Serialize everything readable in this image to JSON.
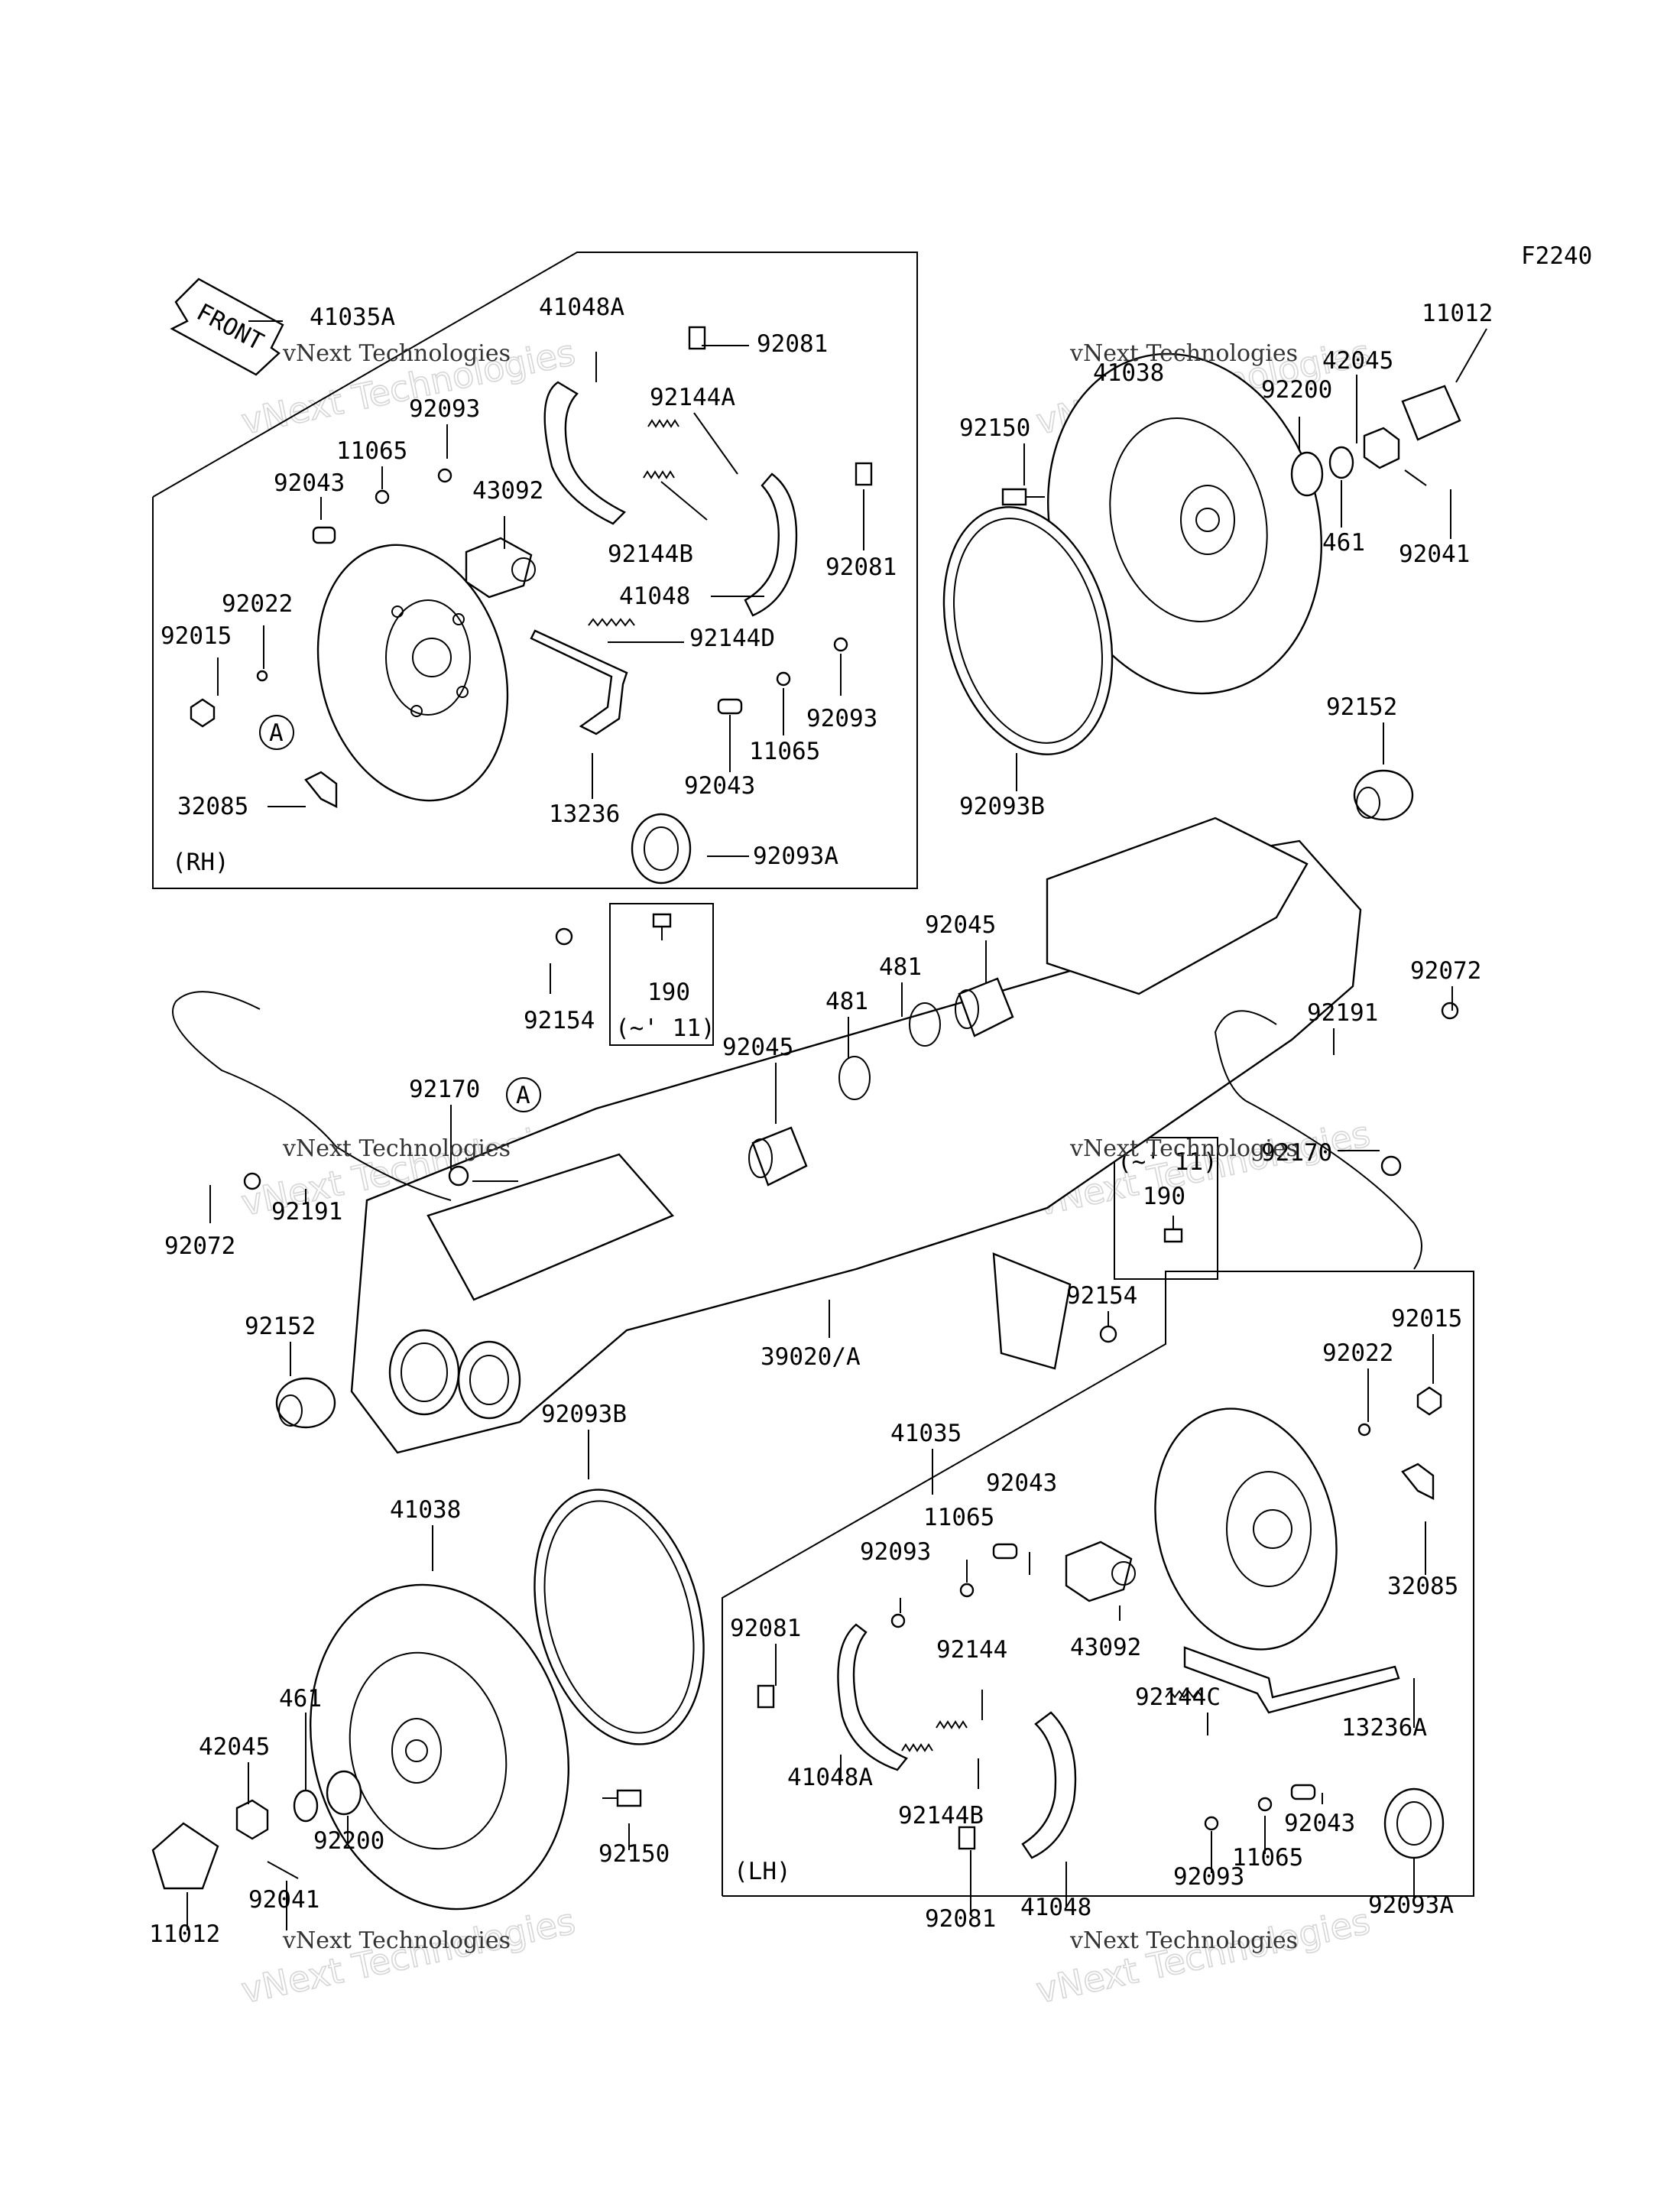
{
  "diagram_code": "F2240",
  "front_label": "FRONT",
  "watermarks": [
    "vNext Technologies",
    "vNext Technologies",
    "vNext Technologies",
    "vNext Technologies",
    "vNext Technologies",
    "vNext Technologies"
  ],
  "box_labels": {
    "rh": "(RH)",
    "lh": "(LH)"
  },
  "circle_ref": "A",
  "inset_190": {
    "part": "190",
    "note": "(~' 11)"
  },
  "labels": {
    "p41035A": "41035A",
    "p41048A_rh": "41048A",
    "p92081_rh_top": "92081",
    "p92144A": "92144A",
    "p92093_rh_top": "92093",
    "p11065_rh_top": "11065",
    "p92043_rh_top": "92043",
    "p43092_rh": "43092",
    "p92144B_rh": "92144B",
    "p92081_rh_mid": "92081",
    "p41048_rh": "41048",
    "p92022_rh": "92022",
    "p92015_rh": "92015",
    "p92144D": "92144D",
    "p92093_rh_low": "92093",
    "p11065_rh_low": "11065",
    "p92043_rh_low": "92043",
    "p32085_rh": "32085",
    "p13236": "13236",
    "p92093A_rh": "92093A",
    "p11012_r": "11012",
    "p42045_r": "42045",
    "p92200_r": "92200",
    "p41038_r": "41038",
    "p92150_r": "92150",
    "p461_r": "461",
    "p92041_r": "92041",
    "p92093B_r": "92093B",
    "p92152_r": "92152",
    "p92072_r": "92072",
    "p92191_r": "92191",
    "p92045_top": "92045",
    "p481_a": "481",
    "p481_b": "481",
    "p92045_mid": "92045",
    "p92154_top": "92154",
    "p92170_l": "92170",
    "p92191_l": "92191",
    "p92072_l": "92072",
    "p92170_r": "92170",
    "p92154_low": "92154",
    "p92152_l": "92152",
    "p39020A": "39020/A",
    "p92015_lh": "92015",
    "p92022_lh": "92022",
    "p92093B_l": "92093B",
    "p41035": "41035",
    "p41038_l": "41038",
    "p92043_lh_top": "92043",
    "p11065_lh_top": "11065",
    "p92093_lh_top": "92093",
    "p92081_lh_top": "92081",
    "p43092_lh": "43092",
    "p32085_lh": "32085",
    "p92144": "92144",
    "p92144C": "92144C",
    "p13236A": "13236A",
    "p461_l": "461",
    "p42045_l": "42045",
    "p41048A_lh": "41048A",
    "p92144B_lh": "92144B",
    "p92043_lh_low": "92043",
    "p11065_lh_low": "11065",
    "p92200_l": "92200",
    "p92150_l": "92150",
    "p92093_lh_low": "92093",
    "p92093A_lh": "92093A",
    "p41048_lh": "41048",
    "p92081_lh_low": "92081",
    "p11012_l": "11012",
    "p92041_l": "92041"
  }
}
